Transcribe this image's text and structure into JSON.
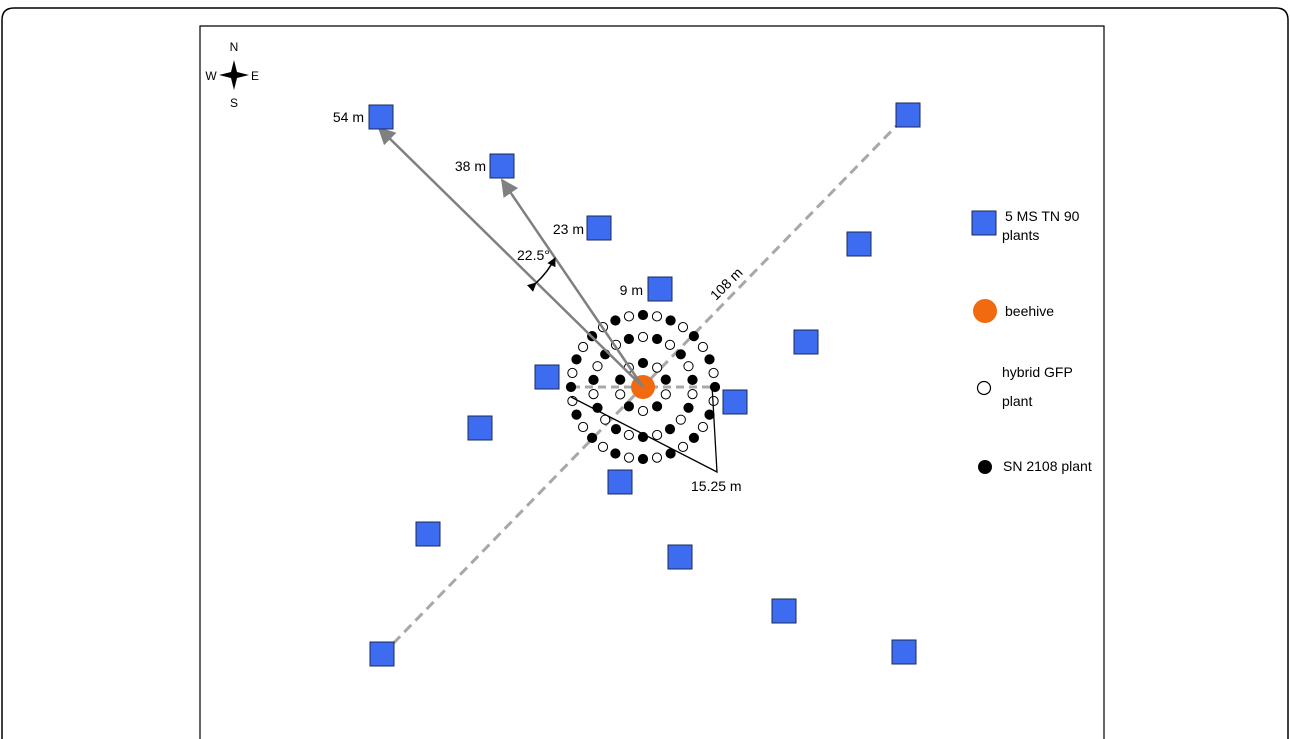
{
  "compass": {
    "north": "N",
    "south": "S",
    "east": "E",
    "west": "W"
  },
  "distances": {
    "d54": "54 m",
    "d38": "38 m",
    "d23": "23 m",
    "d9": "9 m",
    "d108": "108 m",
    "d1525": "15.25 m",
    "angle": "22.5°"
  },
  "legend": {
    "ms_line1": "5 MS TN 90",
    "ms_line2": "plants",
    "beehive": "beehive",
    "hybrid_line1": "hybrid GFP",
    "hybrid_line2": "plant",
    "sn": "SN 2108 plant"
  },
  "colors": {
    "ms_square": "#3d6cf0",
    "ms_square_stroke": "#1a2a5a",
    "beehive": "#f26a10",
    "sn_plant": "#000000",
    "hybrid_plant": "#ffffff",
    "arrow": "#808080",
    "dashed": "#a8a8a8"
  }
}
